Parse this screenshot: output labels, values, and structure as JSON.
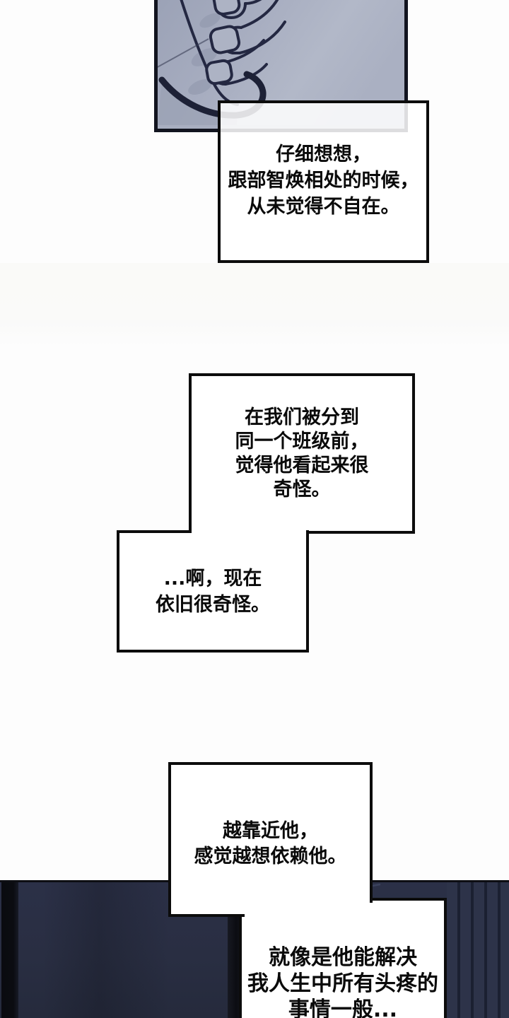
{
  "comic": {
    "boxes": {
      "box1": {
        "lines": [
          "仔细想想，",
          "跟部智焕相处的时候，",
          "从未觉得不自在。"
        ]
      },
      "box2": {
        "lines": [
          "在我们被分到",
          "同一个班级前，",
          "觉得他看起来很",
          "奇怪。"
        ]
      },
      "box3": {
        "lines": [
          "...啊，现在",
          "依旧很奇怪。"
        ]
      },
      "box4": {
        "lines": [
          "越靠近他，",
          "感觉越想依赖他。"
        ]
      },
      "box5": {
        "lines": [
          "就像是他能解决",
          "我人生中所有头疼的",
          "事情一般..."
        ]
      }
    },
    "colors": {
      "page_bg": "#fdfdfd",
      "box_border": "#0c0c0c",
      "text": "#0a0a0a",
      "hand_panel_bg": "#a8aec0",
      "hand_outline": "#242842",
      "dark_panel_base": "#2a2f44",
      "dark_panel_black": "#0b0c11"
    }
  }
}
